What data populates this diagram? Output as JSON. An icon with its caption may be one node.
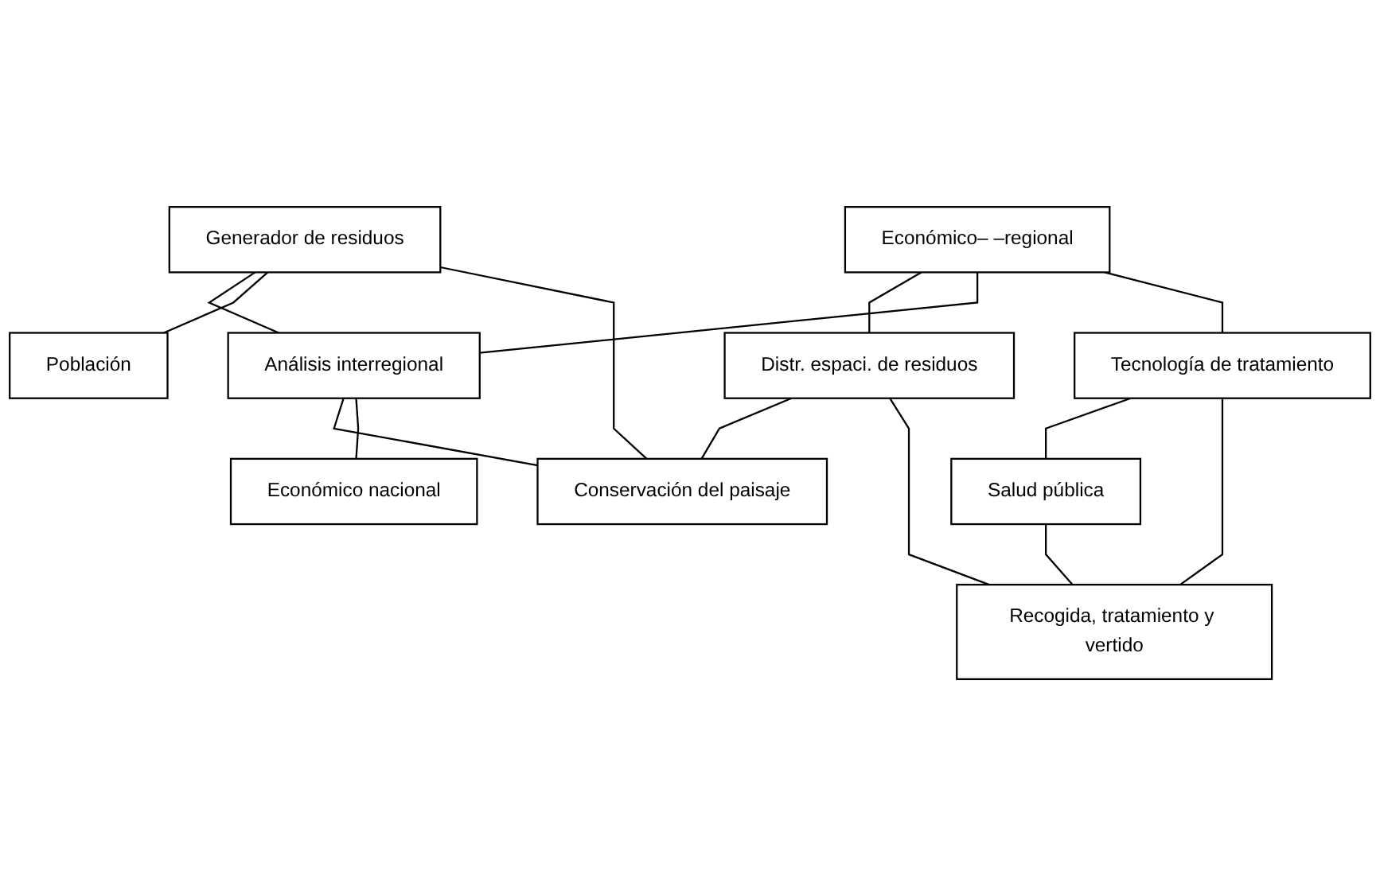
{
  "diagram": {
    "nodes": [
      {
        "text": [
          "Económico– –regional"
        ]
      },
      {
        "text": [
          "Generador de residuos"
        ]
      },
      {
        "text": [
          "Distr. espaci. de residuos"
        ]
      },
      {
        "text": [
          "Análisis interregional"
        ]
      },
      {
        "text": [
          "Población"
        ]
      },
      {
        "text": [
          "Conservación del paisaje"
        ]
      },
      {
        "text": [
          "Recogida, tratamiento y vertido"
        ]
      },
      {
        "text": [
          "Económico nacional"
        ]
      },
      {
        "text": [
          "Tecnología de tratamiento"
        ]
      },
      {
        "text": [
          "Salud pública"
        ]
      }
    ],
    "edges": [
      {
        "from": 0,
        "to": 2,
        "arrow": "none"
      },
      {
        "from": 0,
        "to": 3,
        "arrow": "none"
      },
      {
        "from": 1,
        "to": 3,
        "arrow": "none"
      },
      {
        "from": 1,
        "to": 4,
        "arrow": "none"
      },
      {
        "from": 1,
        "to": 5,
        "arrow": "none"
      },
      {
        "from": 2,
        "to": 5,
        "arrow": "none"
      },
      {
        "from": 2,
        "to": 6,
        "arrow": "none"
      },
      {
        "from": 3,
        "to": 5,
        "arrow": "none"
      },
      {
        "from": 3,
        "to": 7,
        "arrow": "none"
      },
      {
        "from": 0,
        "to": 8,
        "arrow": "none"
      },
      {
        "from": 8,
        "to": 9,
        "arrow": "none"
      },
      {
        "from": 9,
        "to": 6,
        "arrow": "none"
      },
      {
        "from": 8,
        "to": 6,
        "arrow": "none"
      }
    ]
  }
}
